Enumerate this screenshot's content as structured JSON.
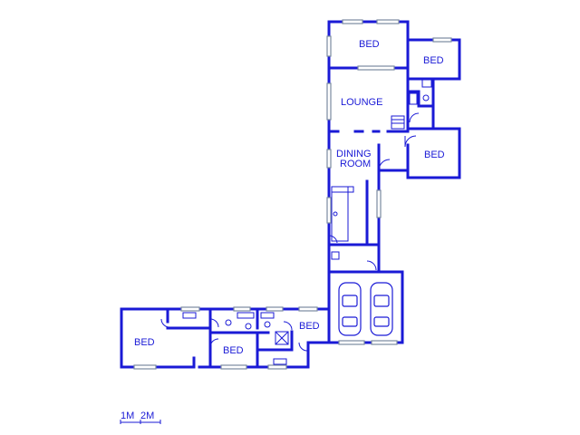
{
  "rooms": {
    "bed_top": "BED",
    "bed_top_right": "BED",
    "lounge": "LOUNGE",
    "dining_line1": "DINING",
    "dining_line2": "ROOM",
    "bed_mid_right": "BED",
    "bed_bottom_left": "BED",
    "bed_bottom_mid": "BED",
    "bed_bottom_right": "BED"
  },
  "scale": {
    "label_1m": "1M",
    "label_2m": "2M"
  },
  "colors": {
    "wall": "#1a1ad6",
    "window": "#7a8aa0",
    "background": "#ffffff"
  }
}
